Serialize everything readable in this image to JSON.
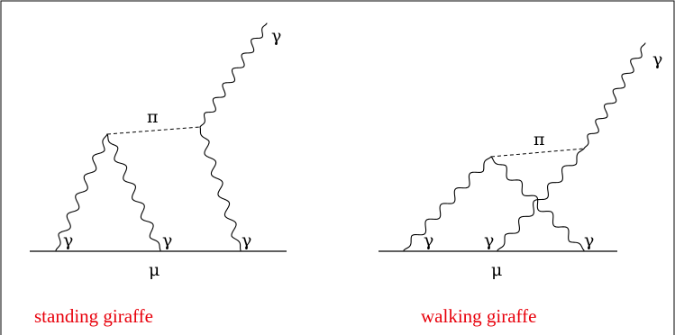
{
  "diagrams": [
    {
      "caption": "standing giraffe",
      "lepton_label": "μ",
      "photon_labels": [
        "γ",
        "γ",
        "γ"
      ],
      "pion_label": "π",
      "outgoing_label": "γ"
    },
    {
      "caption": "walking giraffe",
      "lepton_label": "μ",
      "photon_labels": [
        "γ",
        "γ",
        "γ"
      ],
      "pion_label": "π",
      "outgoing_label": "γ"
    }
  ],
  "colors": {
    "caption": "#e8000b",
    "lines": "#000000"
  }
}
